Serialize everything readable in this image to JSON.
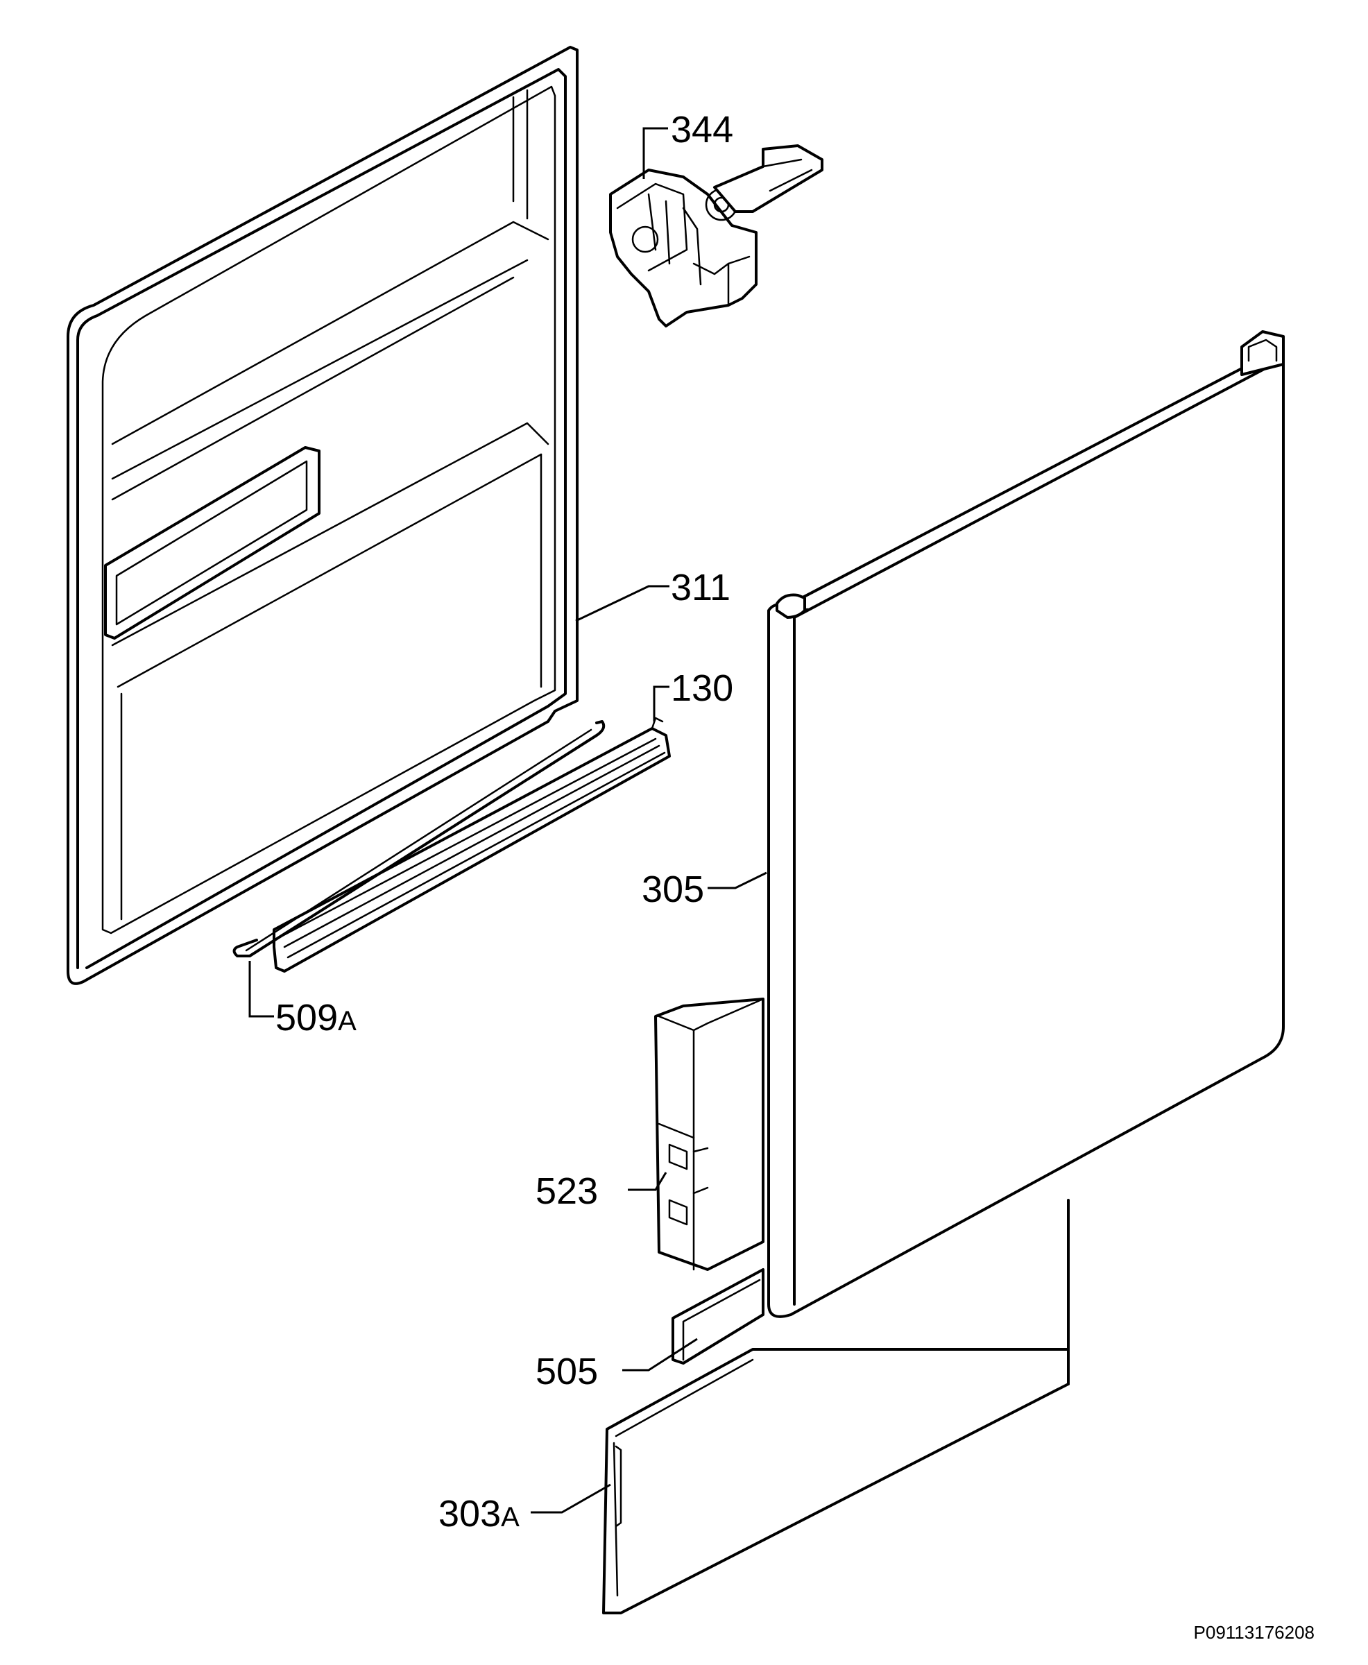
{
  "labels": {
    "p344": "344",
    "p311": "311",
    "p130": "130",
    "p305": "305",
    "p509": "509",
    "p509_suffix": "A",
    "p523": "523",
    "p505": "505",
    "p303": "303",
    "p303_suffix": "A"
  },
  "reference_code": "P09113176208"
}
